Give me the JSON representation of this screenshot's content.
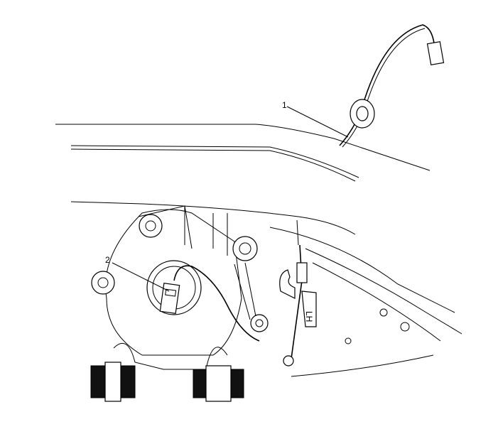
{
  "callouts": {
    "one": "1",
    "two": "2"
  },
  "bracket_label": "LH"
}
